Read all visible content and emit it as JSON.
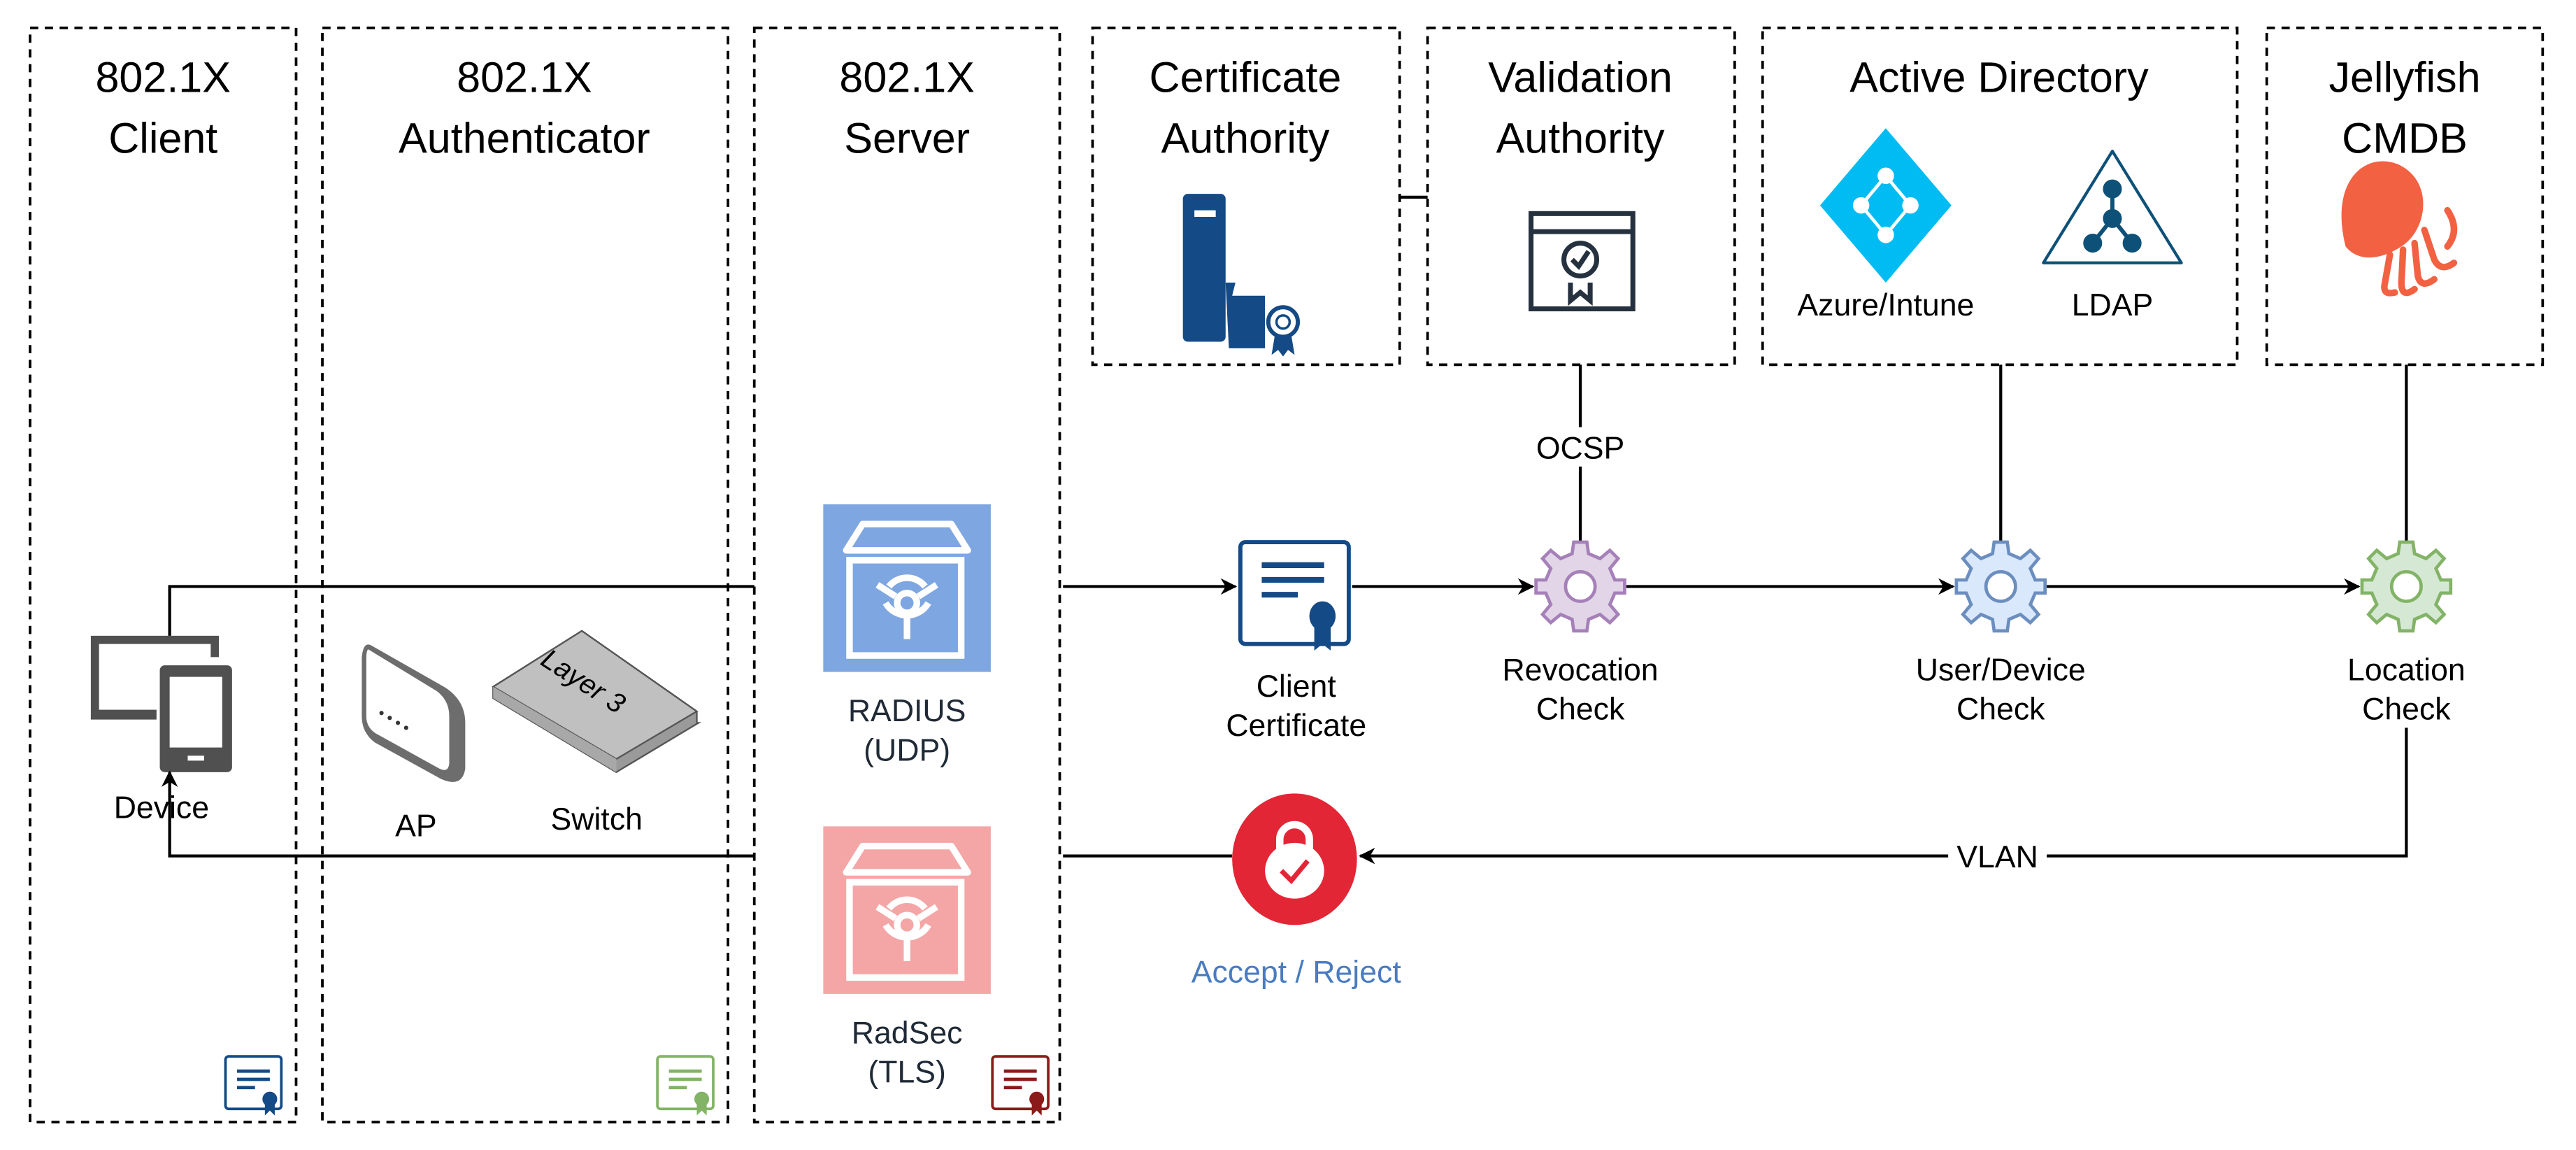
{
  "columns": {
    "client": {
      "line1": "802.1X",
      "line2": "Client"
    },
    "authenticator": {
      "line1": "802.1X",
      "line2": "Authenticator"
    },
    "server": {
      "line1": "802.1X",
      "line2": "Server"
    },
    "ca": {
      "line1": "Certificate",
      "line2": "Authority"
    },
    "va": {
      "line1": "Validation",
      "line2": "Authority"
    },
    "ad": {
      "title": "Active Directory",
      "azure": "Azure/Intune",
      "ldap": "LDAP"
    },
    "cmdb": {
      "line1": "Jellyfish",
      "line2": "CMDB"
    }
  },
  "nodes": {
    "device": "Device",
    "ap": "AP",
    "switch": "Switch",
    "switch_badge": "Layer 3",
    "radius": {
      "line1": "RADIUS",
      "line2": "(UDP)"
    },
    "radsec": {
      "line1": "RadSec",
      "line2": "(TLS)"
    },
    "client_cert": {
      "line1": "Client",
      "line2": "Certificate"
    },
    "revocation": {
      "line1": "Revocation",
      "line2": "Check"
    },
    "user_device": {
      "line1": "User/Device",
      "line2": "Check"
    },
    "location": {
      "line1": "Location",
      "line2": "Check"
    },
    "accept_reject": "Accept / Reject"
  },
  "edges": {
    "ocsp": "OCSP",
    "vlan": "VLAN"
  },
  "colors": {
    "radius": "#7EA6E0",
    "radsec": "#F4A6A6",
    "cert_blue": "#144A85",
    "cert_green": "#82B366",
    "cert_red": "#8B1A1A",
    "lock": "#E32636",
    "accept_text": "#4A7CC0",
    "azure": "#00BCF2",
    "jellyfish": "#F26142"
  }
}
